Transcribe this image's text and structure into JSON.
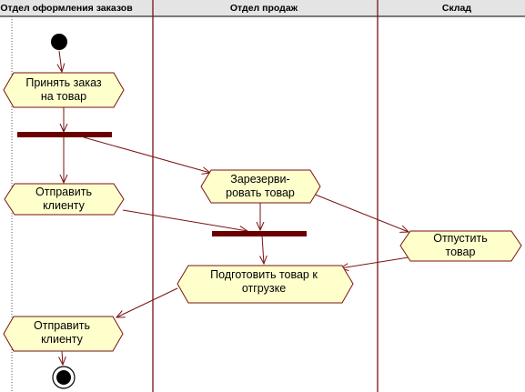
{
  "swimlanes": [
    {
      "title": "Отдел оформления заказов"
    },
    {
      "title": "Отдел продаж"
    },
    {
      "title": "Склад"
    }
  ],
  "activities": {
    "accept_order": [
      "Принять заказ",
      "на товар"
    ],
    "send_to_client_1": [
      "Отправить",
      "клиенту"
    ],
    "reserve_goods": [
      "Зарезерви-",
      "ровать товар"
    ],
    "release_goods": [
      "Отпустить",
      "товар"
    ],
    "prepare_shipment": [
      "Подготовить товар к",
      "отгрузке"
    ],
    "send_to_client_2": [
      "Отправить",
      "клиенту"
    ]
  },
  "colors": {
    "activity_fill": "#ffffcc",
    "line": "#7a1212",
    "sync_bar": "#6b0000",
    "header_bg": "#e4e4e4"
  }
}
